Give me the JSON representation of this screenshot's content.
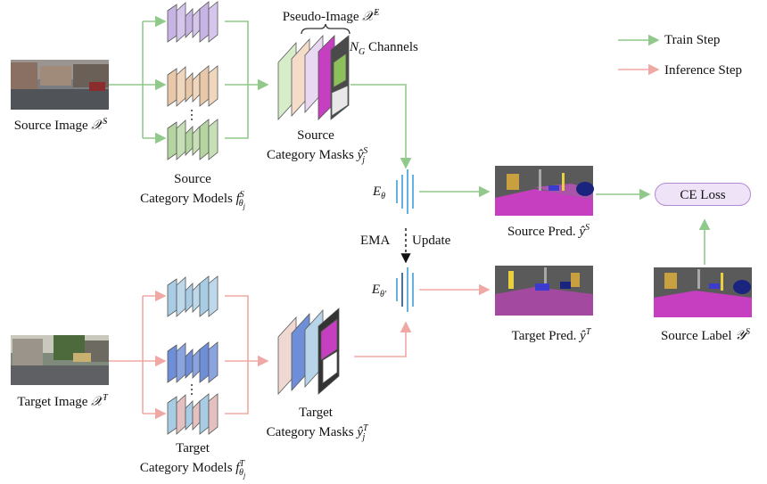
{
  "legend": {
    "train": "Train Step",
    "inference": "Inference Step"
  },
  "source_image_label": {
    "text": "Source Image ",
    "math": "𝒳",
    "sup": "S"
  },
  "target_image_label": {
    "text": "Target  Image ",
    "math": "𝒳",
    "sup": "T"
  },
  "source_models_label": {
    "line1": "Source",
    "line2": "Category Models ",
    "math": "f",
    "sup": "S",
    "sub": "θ",
    "subsub": "j"
  },
  "target_models_label": {
    "line1": "Target",
    "line2": "Category Models ",
    "math": "f",
    "sup": "T",
    "sub": "θ",
    "subsub": "j"
  },
  "pseudo_image_label": {
    "text": "Pseudo-Image ",
    "math": "𝒳",
    "sup": "E"
  },
  "channels_label": {
    "math": "N",
    "sub": "G",
    "text": " Channels"
  },
  "source_masks_label": {
    "line1": "Source",
    "line2": "Category Masks ",
    "math": "ŷ",
    "sup": "S",
    "sub": "j"
  },
  "target_masks_label": {
    "line1": "Target",
    "line2": "Category Masks ",
    "math": "ŷ",
    "sup": "T",
    "sub": "j"
  },
  "encoder_src": {
    "math": "E",
    "sub": "θ"
  },
  "encoder_tgt": {
    "math": "E",
    "sub": "θ′"
  },
  "ema": {
    "left": "EMA",
    "right": "Update"
  },
  "source_pred_label": {
    "text": "Source Pred. ",
    "math": "ŷ",
    "sup": "S"
  },
  "target_pred_label": {
    "text": "Target Pred. ",
    "math": "ŷ",
    "sup": "T"
  },
  "source_label_label": {
    "text": "Source Label ",
    "math": "𝒴",
    "sup": "S"
  },
  "ce_loss": "CE Loss",
  "colors": {
    "train_arrow": "#90c98a",
    "inference_arrow": "#f0a8a4",
    "encoder": "#3e9fd8",
    "purple_model": "#c8b4e4",
    "tan_model": "#e8c8a8",
    "green_model": "#b4d4a0",
    "light_blue_model": "#a8cce4",
    "blue_model": "#6e8ed8",
    "pink_model": "#e4c0c0",
    "seg_magenta": "#c63fc0",
    "seg_gray": "#5a5a5a"
  }
}
